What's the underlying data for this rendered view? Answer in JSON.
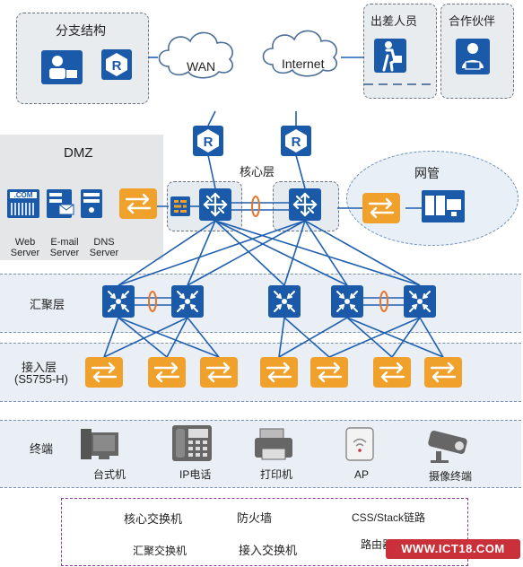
{
  "branch": {
    "title": "分支结构"
  },
  "wan": {
    "label": "WAN"
  },
  "internet": {
    "label": "Internet"
  },
  "travelers": {
    "title": "出差人员"
  },
  "partners": {
    "title": "合作伙伴"
  },
  "dmz": {
    "title": "DMZ",
    "servers": [
      {
        "name": "Web\nServer",
        "icon": "web-server-icon"
      },
      {
        "name": "E-mail\nServer",
        "icon": "email-server-icon"
      },
      {
        "name": "DNS\nServer",
        "icon": "dns-server-icon"
      }
    ],
    "web_badge": ".COM"
  },
  "core": {
    "title": "核心层"
  },
  "netmgmt": {
    "title": "网管"
  },
  "aggregation": {
    "title": "汇聚层"
  },
  "access": {
    "title": "接入层",
    "subtitle": "(S5755-H)"
  },
  "terminal": {
    "title": "终端",
    "devices": [
      "台式机",
      "IP电话",
      "打印机",
      "AP",
      "摄像终端"
    ]
  },
  "legend": {
    "core_switch": "核心交换机",
    "firewall": "防火墙",
    "css_link": "CSS/Stack链路",
    "agg_switch": "汇聚交换机",
    "access_switch": "接入交换机",
    "router": "路由器"
  },
  "watermark": "WWW.ICT18.COM",
  "colors": {
    "blue": "#1a5aa8",
    "orange": "#f0a12c",
    "link": "#1f5fb0",
    "css": "#e8742a"
  }
}
